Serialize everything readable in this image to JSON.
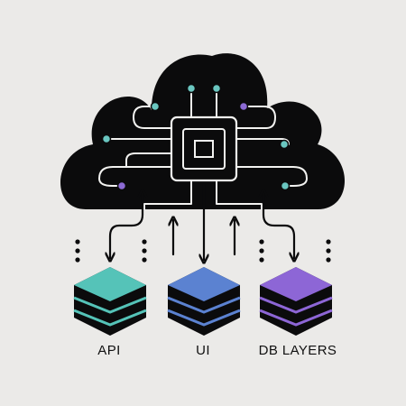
{
  "diagram": {
    "colors": {
      "background": "#ebeae8",
      "ink": "#0b0b0c",
      "line": "#f2f2f0",
      "api_accent": "#55c3b8",
      "ui_accent": "#5b82d1",
      "db_accent": "#8d66d6",
      "dot_teal": "#6ac6c0",
      "dot_purple": "#8c6ad4"
    },
    "icons": {
      "cloud": "cloud-icon",
      "chip": "processor-chip-icon",
      "stack": "layer-stack-icon",
      "arrow": "arrow-icon"
    },
    "layers": [
      {
        "label": "API",
        "color_key": "api_accent"
      },
      {
        "label": "UI",
        "color_key": "ui_accent"
      },
      {
        "label": "DB LAYERS",
        "color_key": "db_accent"
      }
    ]
  }
}
